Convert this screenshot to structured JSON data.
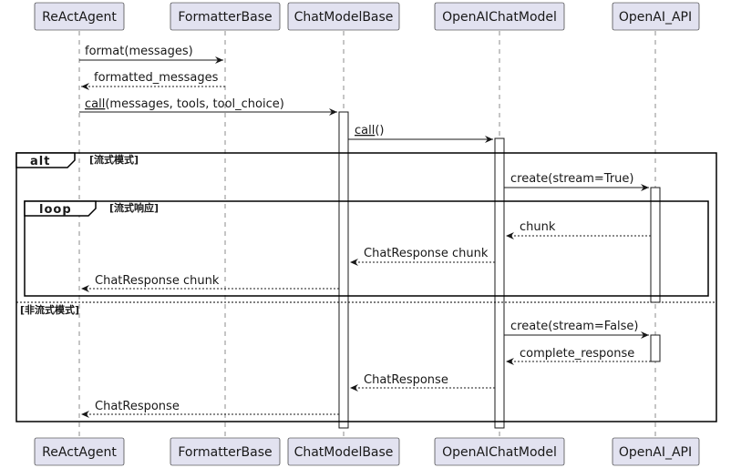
{
  "participants": [
    "ReActAgent",
    "FormatterBase",
    "ChatModelBase",
    "OpenAIChatModel",
    "OpenAI_API"
  ],
  "messages": {
    "m1": "format(messages)",
    "m2": "formatted_messages",
    "m3_call": "call",
    "m3_rest": "(messages, tools, tool_choice)",
    "m4_call": "call",
    "m4_rest": "()",
    "m5": "create(stream=True)",
    "m6": "chunk",
    "m7": "ChatResponse chunk",
    "m8": "ChatResponse chunk",
    "m9": "create(stream=False)",
    "m10": "complete_response",
    "m11": "ChatResponse",
    "m12": "ChatResponse"
  },
  "fragments": {
    "alt_keyword": "alt",
    "alt_condition": "[流式模式]",
    "else_condition": "[非流式模式]",
    "loop_keyword": "loop",
    "loop_condition": "[流式响应]"
  }
}
